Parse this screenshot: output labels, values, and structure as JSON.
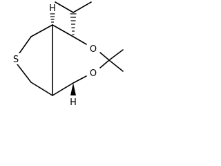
{
  "atoms": {
    "sulfur": "S",
    "oxygen_top": "O",
    "oxygen_bottom": "O",
    "hydrogen_top": "H",
    "hydrogen_bottom": "H"
  },
  "colors": {
    "bond": "#000000",
    "background": "#ffffff"
  }
}
